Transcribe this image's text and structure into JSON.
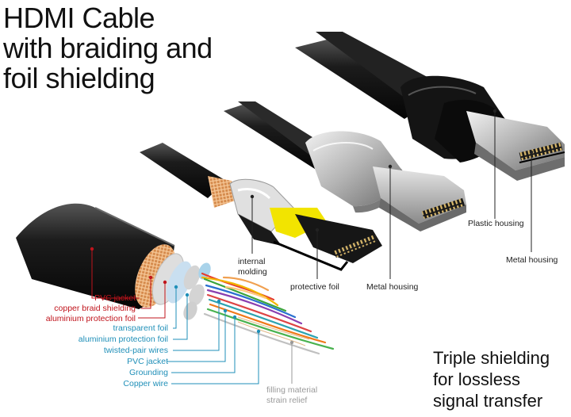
{
  "title": {
    "line1": "HDMI Cable",
    "line2": "with braiding and",
    "line3": "foil shielding"
  },
  "tagline": {
    "line1": "Triple shielding",
    "line2": "for lossless",
    "line3": "signal transfer"
  },
  "callouts": {
    "internal_molding": {
      "line1": "internal",
      "line2": "molding"
    },
    "protective_foil": "protective foil",
    "metal_housing_middle": "Metal housing",
    "plastic_housing": "Plastic housing",
    "metal_housing_right": "Metal housing"
  },
  "cable_layers_outer": [
    "PVC jacket",
    "copper braid shielding",
    "aluminium protection foil"
  ],
  "cable_layers_inner": [
    "transparent foil",
    "aluminium protection foil",
    "twisted-pair wires",
    "PVC jacket",
    "Grounding",
    "Copper wire"
  ],
  "filling": {
    "line1": "filling material",
    "line2": "strain relief"
  },
  "colors": {
    "outer_label": "#c0141c",
    "inner_label": "#1f8fb8",
    "filling_label": "#9a9a9a",
    "cable_jacket": "#1a1a1a",
    "copper_braid": "#d9955a",
    "metal_housing": "#b9b9b9",
    "plastic_housing": "#111111"
  }
}
